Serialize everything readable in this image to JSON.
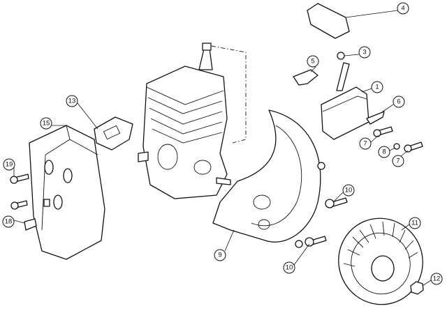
{
  "diagram": {
    "type": "exploded parts diagram",
    "callouts": [
      {
        "label": "1"
      },
      {
        "label": "3"
      },
      {
        "label": "4"
      },
      {
        "label": "5"
      },
      {
        "label": "6"
      },
      {
        "label": "7"
      },
      {
        "label": "8"
      },
      {
        "label": "7"
      },
      {
        "label": "9"
      },
      {
        "label": "10"
      },
      {
        "label": "10"
      },
      {
        "label": "11"
      },
      {
        "label": "12"
      },
      {
        "label": "13"
      },
      {
        "label": "15"
      },
      {
        "label": "18"
      },
      {
        "label": "19"
      }
    ]
  }
}
